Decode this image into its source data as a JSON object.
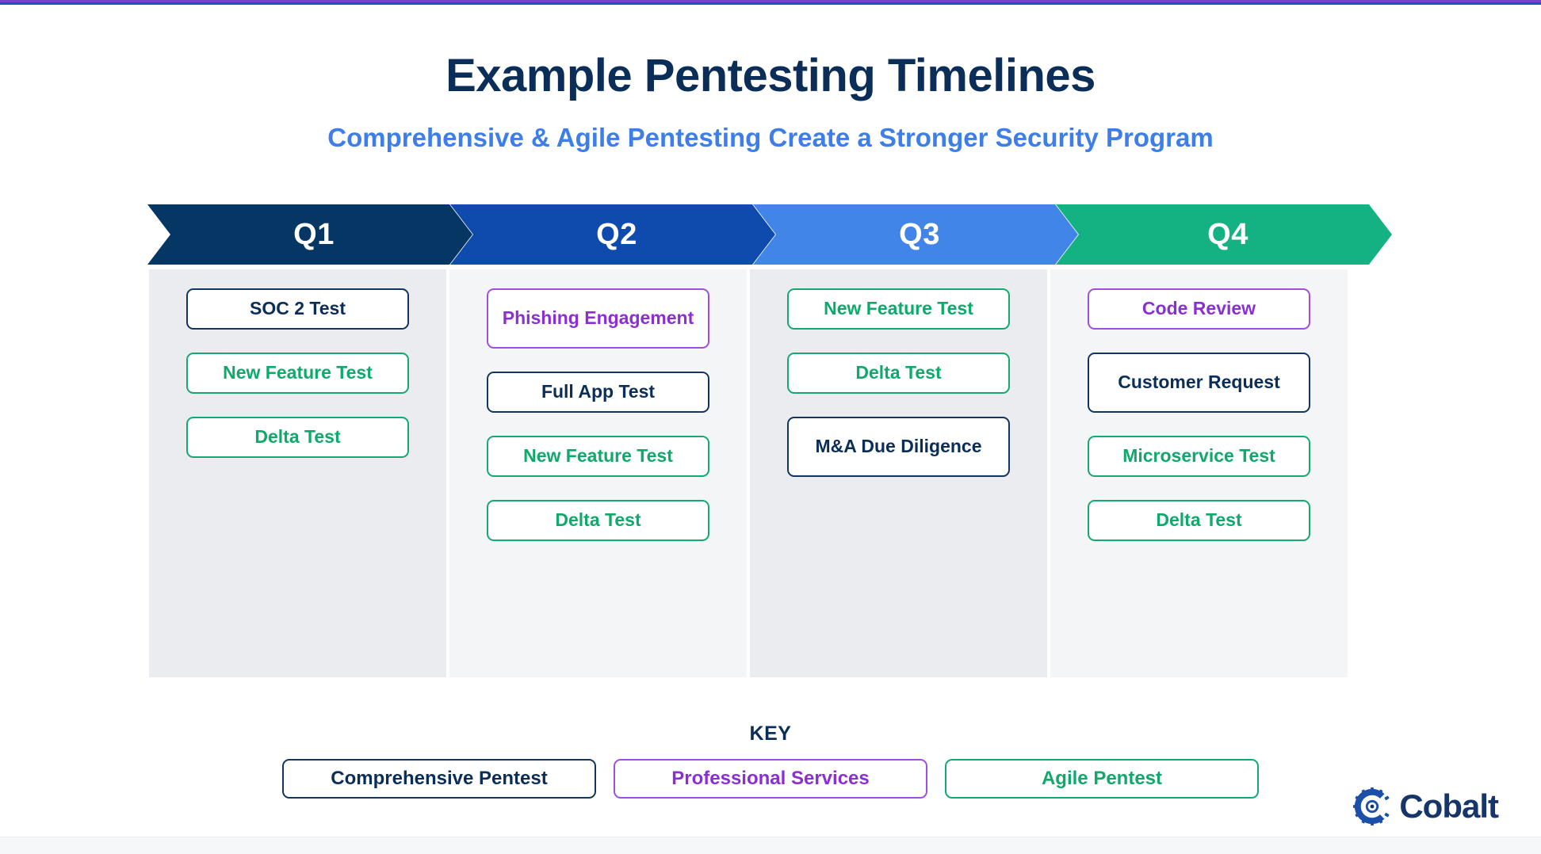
{
  "header": {
    "title": "Example Pentesting Timelines",
    "subtitle": "Comprehensive & Agile Pentesting Create a Stronger Security Program"
  },
  "colors": {
    "title_navy": "#0b2e58",
    "subtitle_blue": "#3d7ee8",
    "q1": "#063663",
    "q2": "#0e4bad",
    "q3": "#4285e8",
    "q4": "#14b183",
    "comprehensive": "#0b2e58",
    "professional": "#8b2fd4",
    "agile": "#0fa96c",
    "panel_a": "#eaecf0",
    "panel_b": "#f4f5f7"
  },
  "timeline": {
    "quarters": [
      {
        "label": "Q1",
        "items": [
          {
            "label": "SOC 2 Test",
            "category": "comprehensive",
            "lines": 1
          },
          {
            "label": "New Feature Test",
            "category": "agile",
            "lines": 1
          },
          {
            "label": "Delta Test",
            "category": "agile",
            "lines": 1
          }
        ]
      },
      {
        "label": "Q2",
        "items": [
          {
            "label": "Phishing Engagement",
            "category": "professional",
            "lines": 2
          },
          {
            "label": "Full App Test",
            "category": "comprehensive",
            "lines": 1
          },
          {
            "label": "New Feature Test",
            "category": "agile",
            "lines": 1
          },
          {
            "label": "Delta Test",
            "category": "agile",
            "lines": 1
          }
        ]
      },
      {
        "label": "Q3",
        "items": [
          {
            "label": "New Feature Test",
            "category": "agile",
            "lines": 1
          },
          {
            "label": "Delta Test",
            "category": "agile",
            "lines": 1
          },
          {
            "label": "M&A Due Diligence",
            "category": "comprehensive",
            "lines": 2
          }
        ]
      },
      {
        "label": "Q4",
        "items": [
          {
            "label": "Code Review",
            "category": "professional",
            "lines": 1
          },
          {
            "label": "Customer Request",
            "category": "comprehensive",
            "lines": 2
          },
          {
            "label": "Microservice Test",
            "category": "agile",
            "lines": 1
          },
          {
            "label": "Delta Test",
            "category": "agile",
            "lines": 1
          }
        ]
      }
    ]
  },
  "key": {
    "title": "KEY",
    "items": [
      {
        "label": "Comprehensive Pentest",
        "category": "comprehensive"
      },
      {
        "label": "Professional Services",
        "category": "professional"
      },
      {
        "label": "Agile Pentest",
        "category": "agile"
      }
    ]
  },
  "brand": {
    "name": "Cobalt",
    "logo_icon": "cobalt-gear-c-icon"
  }
}
